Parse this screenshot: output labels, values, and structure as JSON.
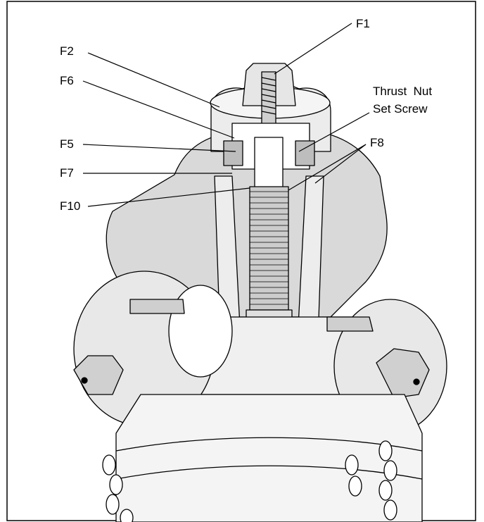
{
  "labels": {
    "f1": "F1",
    "f2": "F2",
    "f6": "F6",
    "f5": "F5",
    "f7": "F7",
    "f10": "F10",
    "f8": "F8",
    "thrust_nut": "Thrust  Nut",
    "set_screw": "Set Screw"
  },
  "colors": {
    "line": "#000000",
    "shade": "#d9d9d9",
    "background": "#ffffff"
  }
}
